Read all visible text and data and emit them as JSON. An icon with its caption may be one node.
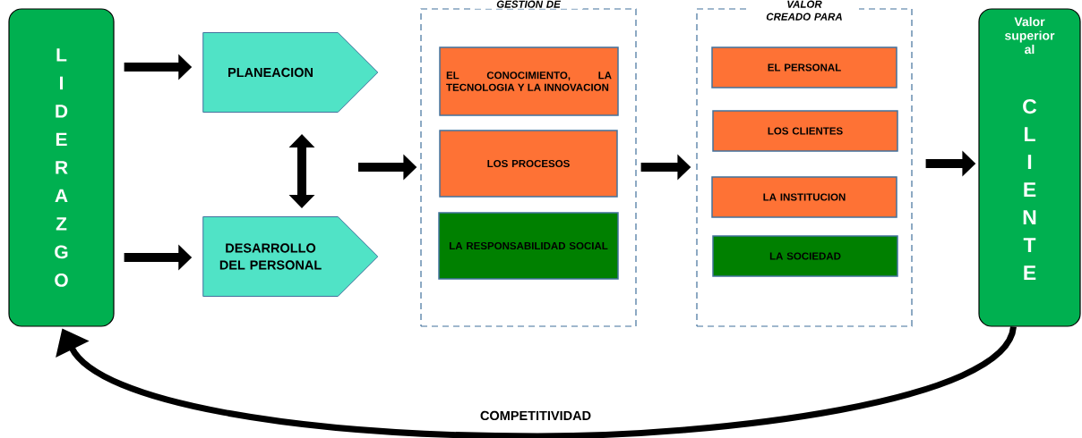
{
  "diagram": {
    "nodes": [
      {
        "text": [
          "L I D E R A Z G O"
        ]
      },
      {
        "text": [
          "PLANEACION"
        ]
      },
      {
        "text": [
          "DESARROLLO DEL PERSONAL"
        ]
      },
      {
        "text": [
          "GESTION DE"
        ]
      },
      {
        "text": [
          "EL CONOCIMIENTO, LA TECNOLOGIA Y LA INNOVACION"
        ],
        "in": 3
      },
      {
        "text": [
          "LOS PROCESOS"
        ],
        "in": 3
      },
      {
        "text": [
          "LA RESPONSABILIDAD SOCIAL"
        ],
        "in": 3
      },
      {
        "text": [
          "VALOR CREADO PARA"
        ]
      },
      {
        "text": [
          "EL PERSONAL"
        ],
        "in": 7
      },
      {
        "text": [
          "LOS CLIENTES"
        ],
        "in": 7
      },
      {
        "text": [
          "LA INSTITUCION"
        ],
        "in": 7
      },
      {
        "text": [
          "LA SOCIEDAD"
        ],
        "in": 7
      },
      {
        "text": [
          "Valor superior al",
          "C L I E N T E"
        ]
      }
    ],
    "edges": [
      {
        "from": 0,
        "to": 1,
        "arrow": "to"
      },
      {
        "from": 0,
        "to": 2,
        "arrow": "to"
      },
      {
        "from": 1,
        "to": 2,
        "arrow": "both"
      },
      {
        "from": null,
        "to": 3,
        "arrow": "to"
      },
      {
        "from": 3,
        "to": 7,
        "arrow": "to"
      },
      {
        "from": 7,
        "to": 12,
        "arrow": "to"
      },
      {
        "from": 12,
        "to": 0,
        "arrow": "to",
        "label": "COMPETITIVIDAD"
      }
    ]
  }
}
